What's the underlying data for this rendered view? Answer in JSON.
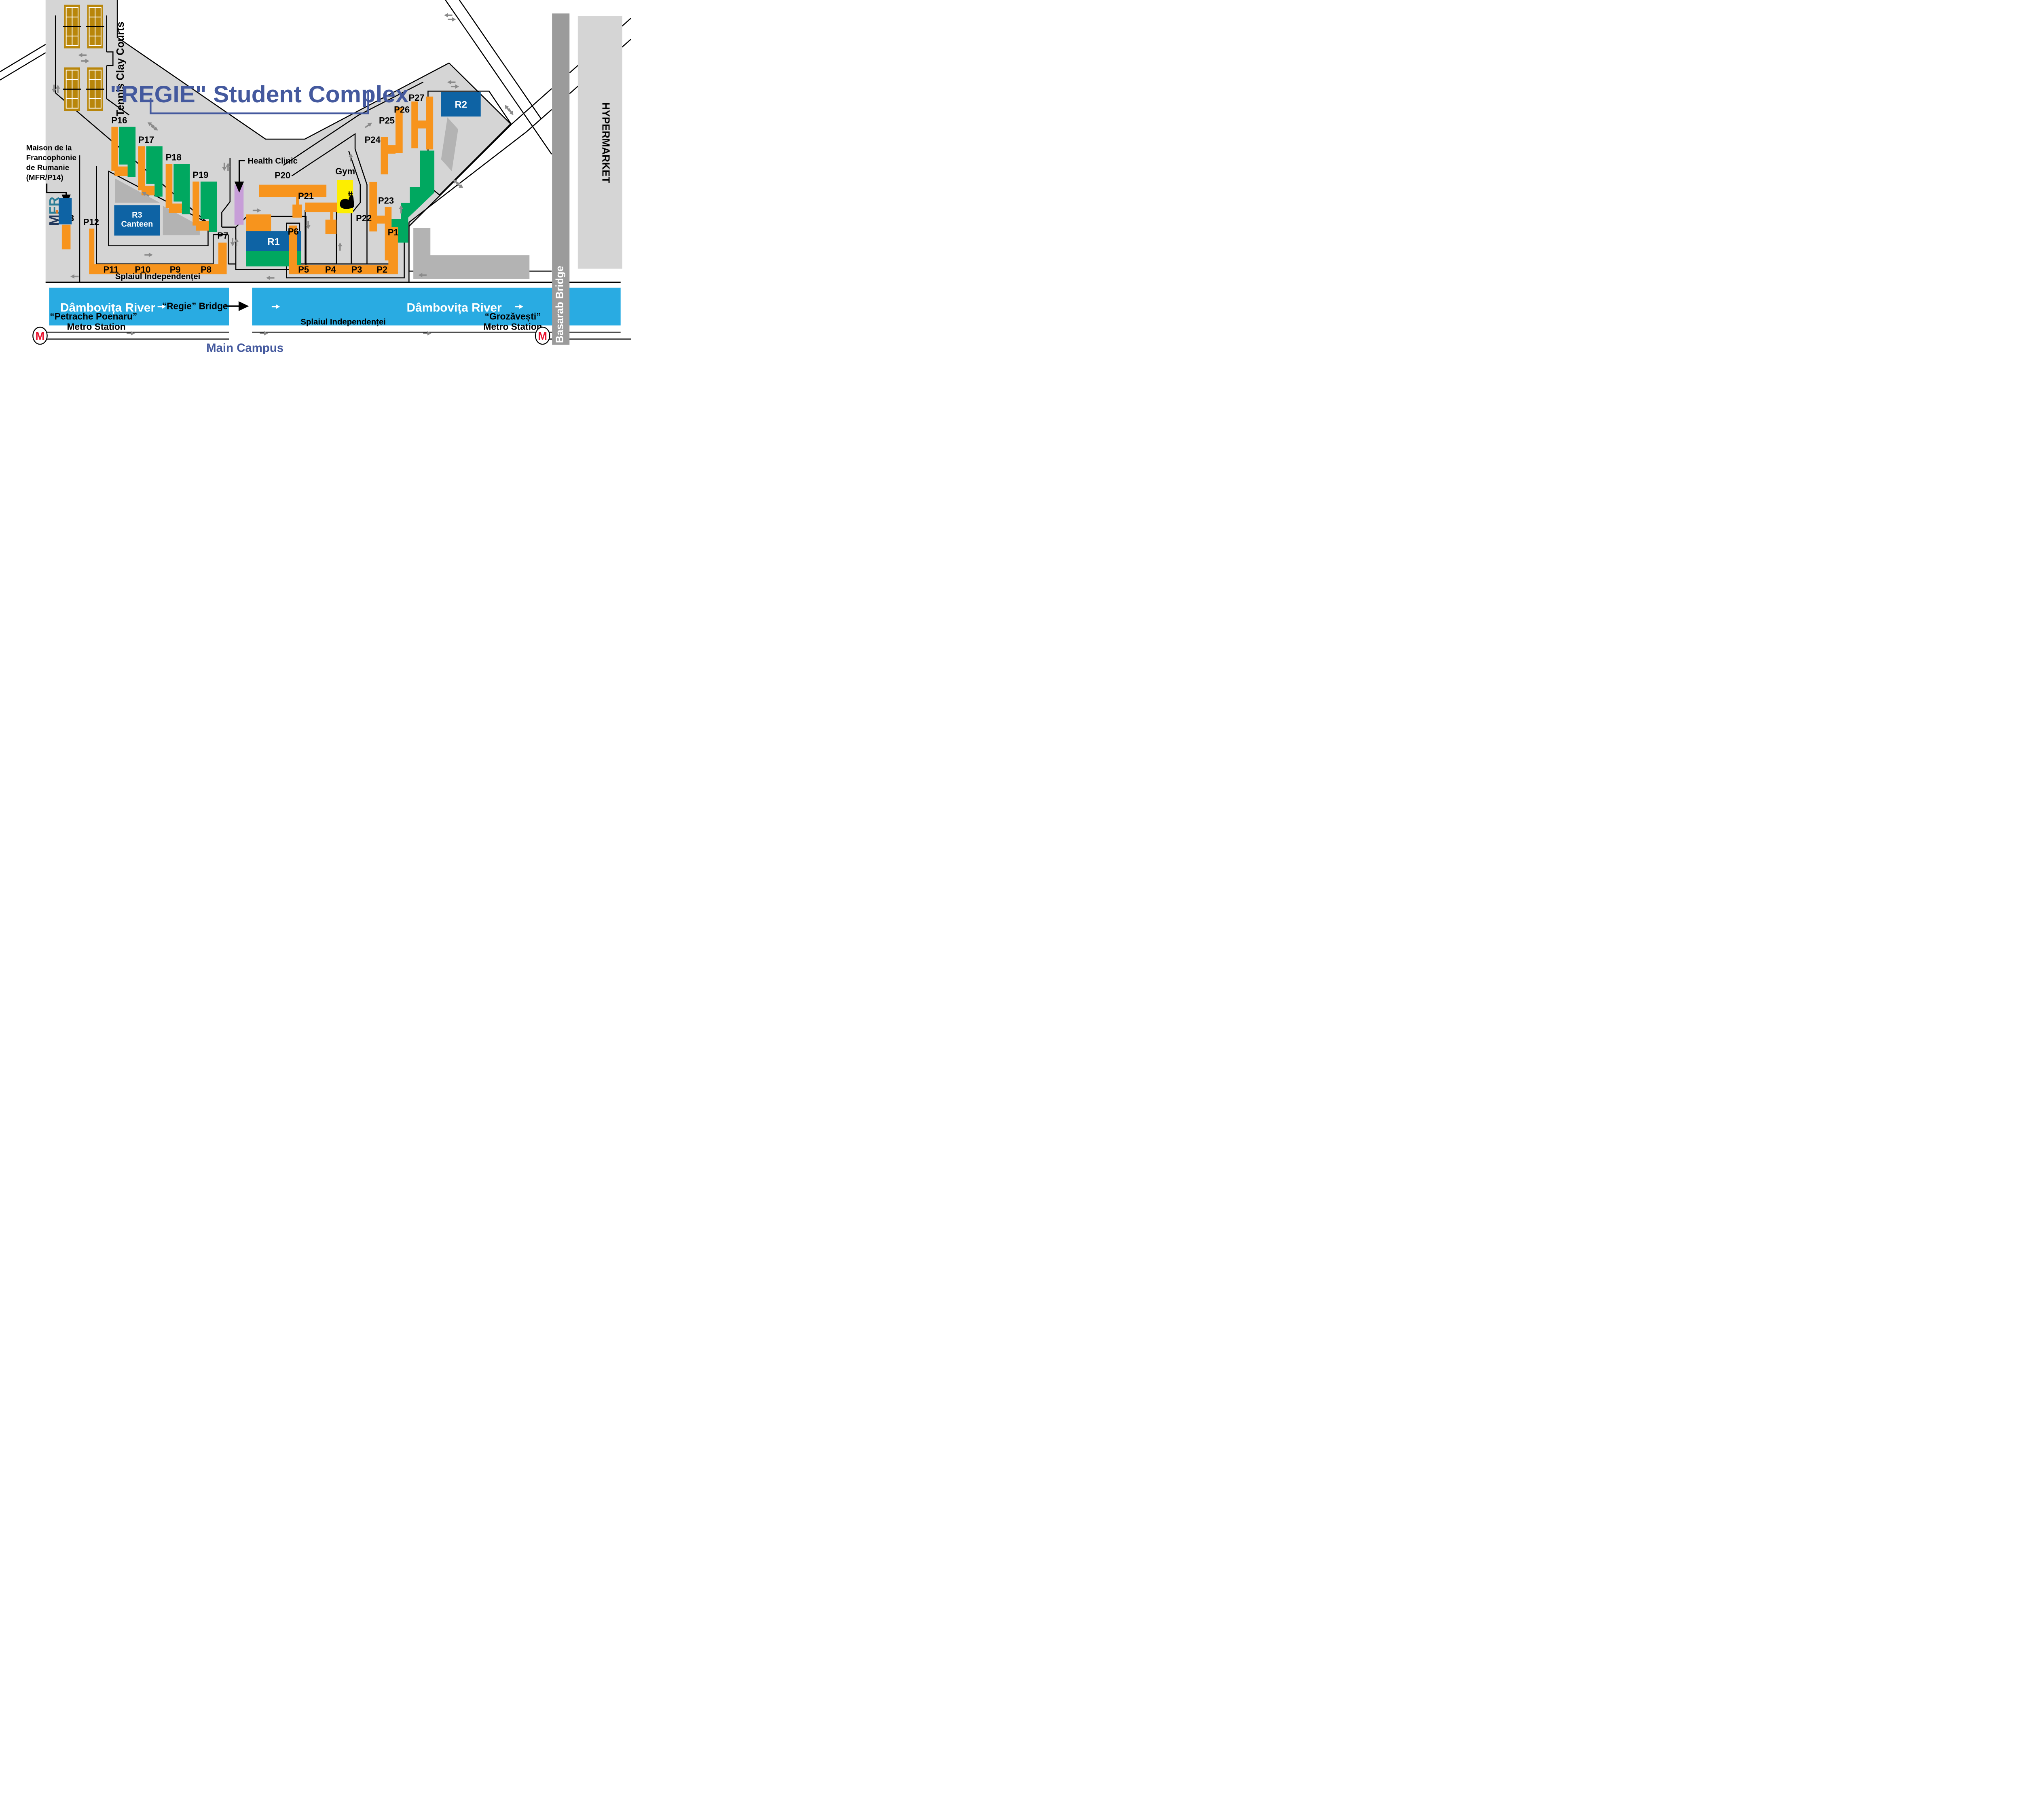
{
  "title": "\"REGIE\" Student Complex",
  "areas": {
    "tennis": "Tennis Clay Courts",
    "hypermarket": "HYPERMARKET",
    "basarab_bridge": "Basarab Bridge",
    "main_campus": "Main Campus"
  },
  "maison": {
    "line1": "Maison de la",
    "line2": "Francophonie",
    "line3": "de Rumanie",
    "line4": "(MFR/P14)",
    "logo_m": "M",
    "logo_fr": "FR"
  },
  "buildings": {
    "p1": "P1",
    "p2": "P2",
    "p3": "P3",
    "p4": "P4",
    "p5": "P5",
    "p6": "P6",
    "p7": "P7",
    "p8": "P8",
    "p9": "P9",
    "p10": "P10",
    "p11": "P11",
    "p12": "P12",
    "p13": "P13",
    "p16": "P16",
    "p17": "P17",
    "p18": "P18",
    "p19": "P19",
    "p20": "P20",
    "p21": "P21",
    "p22": "P22",
    "p23": "P23",
    "p24": "P24",
    "p25": "P25",
    "p26": "P26",
    "p27": "P27",
    "r1": "R1",
    "r2": "R2",
    "r3_line1": "R3",
    "r3_line2": "Canteen",
    "health_clinic": "Health Clinic",
    "gym": "Gym"
  },
  "streets": {
    "splaiul_left": "Splaiul Independenței",
    "splaiul_right": "Splaiul Independenței"
  },
  "rivers": {
    "left": "Dâmbovița River",
    "right": "Dâmbovița River",
    "regie_bridge": "“Regie” Bridge"
  },
  "metro": {
    "left_line1": "“Petrache Poenaru”",
    "left_line2": "Metro Station",
    "right_line1": "“Grozăvești”",
    "right_line2": "Metro Station",
    "m_symbol_left": "M",
    "m_symbol_right": "M"
  },
  "colors": {
    "campus_gray": "#d5d5d5",
    "building_orange": "#f7941d",
    "building_green": "#00a860",
    "building_blue": "#0e63a4",
    "river_blue": "#29abe2",
    "gym_yellow": "#fdee00",
    "clinic_purple": "#c79ed8",
    "title_blue": "#44599e",
    "metro_red": "#e8112d",
    "court_clay": "#b8860b"
  }
}
